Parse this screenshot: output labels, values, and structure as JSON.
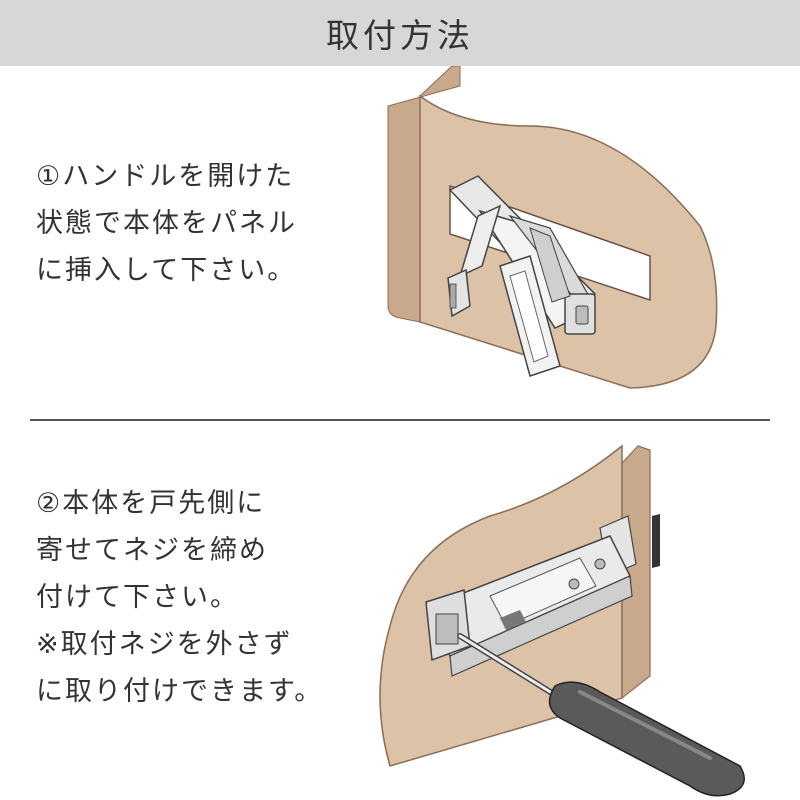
{
  "header": {
    "title": "取付方法"
  },
  "step1": {
    "lines": [
      "①ハンドルを開けた",
      "状態で本体をパネル",
      "に挿入して下さい。"
    ]
  },
  "step2": {
    "lines": [
      "②本体を戸先側に",
      "寄せてネジを締め",
      "付けて下さい。",
      "※取付ネジを外さず",
      "に取り付けできます。"
    ]
  },
  "colors": {
    "header_bg": "#d7d7d7",
    "panel": "#dcc2a7",
    "panel_edge": "#c9a98b",
    "metal": "#e8e8e8",
    "handle": "#555555"
  }
}
